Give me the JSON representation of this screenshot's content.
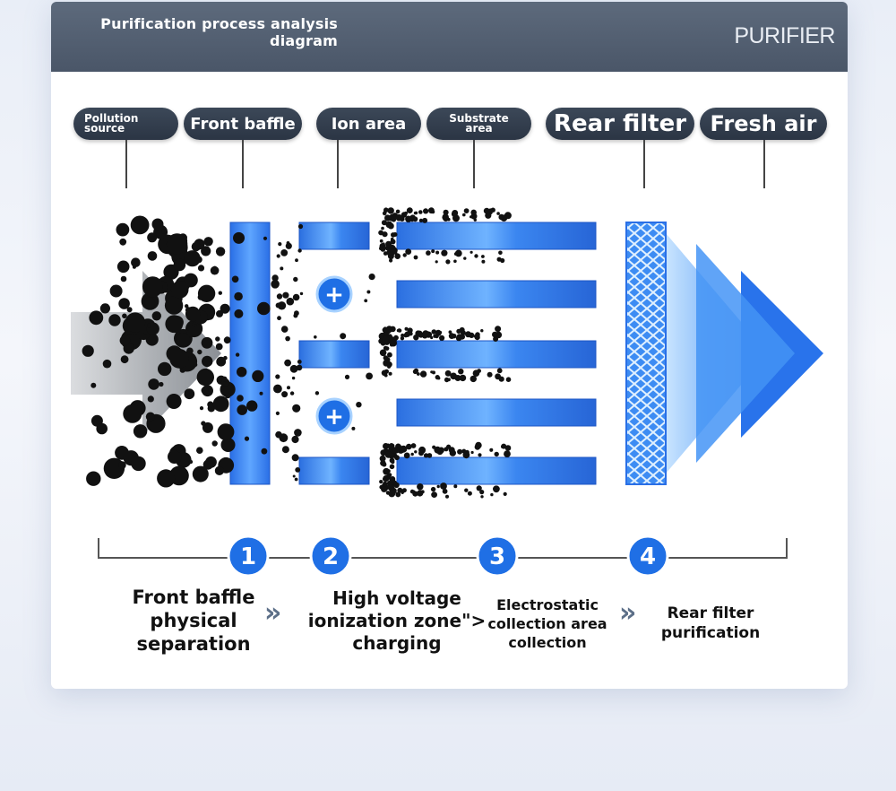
{
  "header": {
    "title": "Purification process analysis diagram",
    "brand": "PURIFIER"
  },
  "stages": [
    {
      "label": "Pollution source"
    },
    {
      "label": "Front baffle"
    },
    {
      "label": "Ion area"
    },
    {
      "label": "Substrate area"
    },
    {
      "label": "Rear filter"
    },
    {
      "label": "Fresh air"
    }
  ],
  "steps": [
    {
      "number": "1",
      "description": "Front baffle physical separation"
    },
    {
      "number": "2",
      "description": "High voltage ionization zone\"> charging"
    },
    {
      "number": "3",
      "description": "Electrostatic collection area collection"
    },
    {
      "number": "4",
      "description": "Rear filter purification"
    }
  ],
  "ion_symbol": "+",
  "arrow_glyph": "»",
  "colors": {
    "header": "#4f5b6d",
    "pill": "#2f3948",
    "plate_blue": "#2f78e8",
    "badge_blue": "#1f6fe5",
    "particle": "#111111"
  }
}
